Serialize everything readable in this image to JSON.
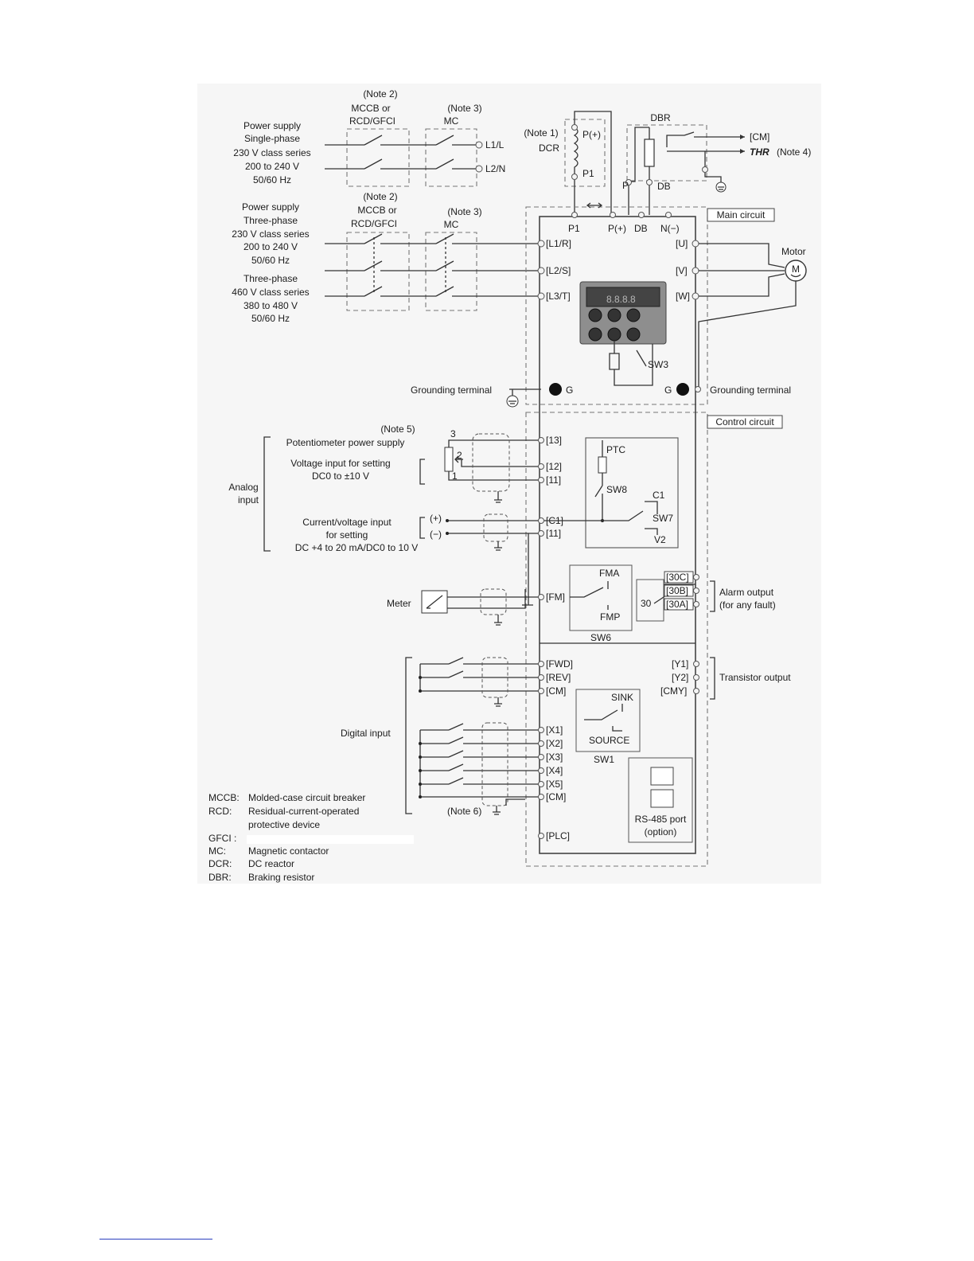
{
  "power_single": {
    "note_breaker": "(Note 2)",
    "breaker_l1": "MCCB or",
    "breaker_l2": "RCD/GFCI",
    "note_mc": "(Note 3)",
    "mc": "MC",
    "lines": [
      "Power supply",
      "Single-phase",
      "230 V class series",
      "200 to 240 V",
      "50/60 Hz"
    ],
    "terminals": [
      "L1/L",
      "L2/N"
    ]
  },
  "power_three": {
    "note_breaker": "(Note 2)",
    "breaker_l1": "MCCB or",
    "breaker_l2": "RCD/GFCI",
    "note_mc": "(Note 3)",
    "mc": "MC",
    "lines_230": [
      "Power supply",
      "Three-phase",
      "230 V class series",
      "200 to 240 V",
      "50/60 Hz"
    ],
    "lines_460": [
      "Three-phase",
      "460 V class series",
      "380 to 480 V",
      "50/60 Hz"
    ],
    "terminals": [
      "[L1/R]",
      "[L2/S]",
      "[L3/T]"
    ]
  },
  "dcr": {
    "note": "(Note 1)",
    "label": "DCR",
    "p_plus": "P(+)",
    "p1": "P1"
  },
  "dbr": {
    "label": "DBR",
    "p": "P",
    "db": "DB",
    "cm": "[CM]",
    "thr": "THR",
    "note": "(Note 4)"
  },
  "main_circuit": {
    "label": "Main circuit",
    "top_terminals": [
      "P1",
      "P(+)",
      "DB",
      "N(−)"
    ],
    "outputs": [
      "[U]",
      "[V]",
      "[W]"
    ],
    "motor_label": "Motor",
    "motor_symbol": "M",
    "sw3": "SW3",
    "ground_left": "Grounding terminal",
    "ground_right": "Grounding terminal",
    "g": "G"
  },
  "control_circuit": {
    "label": "Control circuit",
    "analog_input": [
      "Analog",
      "input"
    ],
    "note5": "(Note 5)",
    "pot_supply": "Potentiometer power supply",
    "pot_pins": [
      "3",
      "2",
      "1"
    ],
    "voltage_input": [
      "Voltage input for setting",
      "DC0 to ±10 V"
    ],
    "current_input": [
      "Current/voltage input",
      "for setting",
      "DC +4 to 20 mA/DC0 to 10 V"
    ],
    "plus": "(+)",
    "minus": "(−)",
    "analog_terminals": [
      "[13]",
      "[12]",
      "[11]",
      "[C1]",
      "[11]"
    ],
    "ptc": "PTC",
    "sw8": "SW8",
    "c1": "C1",
    "sw7": "SW7",
    "v2": "V2",
    "meter": "Meter",
    "fm": "[FM]",
    "fma": "FMA",
    "fmp": "FMP",
    "sw6": "SW6",
    "alarm_terminals": [
      "[30C]",
      "[30B]",
      "[30A]"
    ],
    "relay30": "30",
    "alarm_output": [
      "Alarm output",
      "(for any fault)"
    ],
    "transistor_terminals": [
      "[Y1]",
      "[Y2]",
      "[CMY]"
    ],
    "transistor_output": "Transistor output",
    "digital_input": "Digital input",
    "digital_terminals_top": [
      "[FWD]",
      "[REV]",
      "[CM]"
    ],
    "digital_terminals_bottom": [
      "[X1]",
      "[X2]",
      "[X3]",
      "[X4]",
      "[X5]",
      "[CM]"
    ],
    "sink": "SINK",
    "source": "SOURCE",
    "sw1": "SW1",
    "note6": "(Note 6)",
    "plc": "[PLC]",
    "rs485": [
      "RS-485 port",
      "(option)"
    ]
  },
  "legend": [
    {
      "abbr": "MCCB:",
      "text": "Molded-case circuit breaker"
    },
    {
      "abbr": "RCD:",
      "text": "Residual-current-operated"
    },
    {
      "abbr": "",
      "text": "protective device"
    },
    {
      "abbr": "GFCI :",
      "text": ""
    },
    {
      "abbr": "MC:",
      "text": "Magnetic contactor"
    },
    {
      "abbr": "DCR:",
      "text": "DC reactor"
    },
    {
      "abbr": "DBR:",
      "text": "Braking resistor"
    }
  ]
}
